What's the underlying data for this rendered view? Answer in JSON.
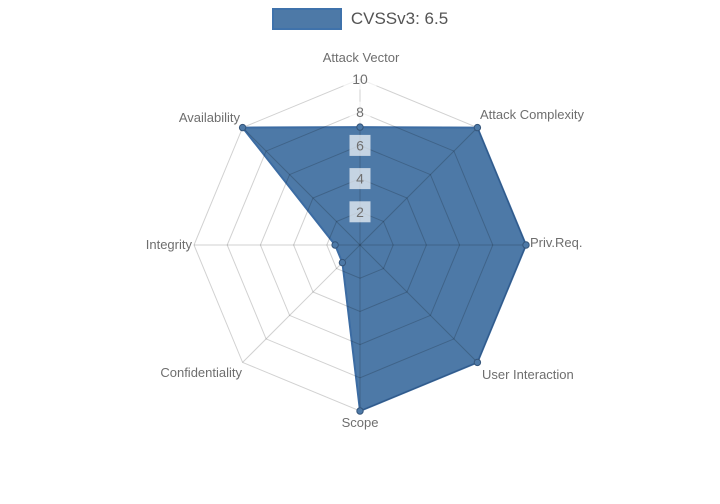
{
  "legend": {
    "label": "CVSSv3: 6.5",
    "position": "top"
  },
  "chart_data": {
    "type": "radar",
    "categories": [
      "Attack Vector",
      "Attack Complexity",
      "Priv.Req.",
      "User Interaction",
      "Scope",
      "Confidentiality",
      "Integrity",
      "Availability"
    ],
    "series": [
      {
        "name": "CVSSv3: 6.5",
        "values": [
          7.1,
          10,
          10,
          10,
          10,
          1.5,
          1.5,
          10
        ]
      }
    ],
    "scale": {
      "min": 0,
      "max": 10,
      "tick_step": 2,
      "tick_labels": [
        "2",
        "4",
        "6",
        "8",
        "10"
      ]
    },
    "grid": true,
    "legend_position": "top",
    "title": "",
    "colors": {
      "fill": "#4d79a7",
      "border": "#3c6ca3",
      "marker_fill": "#4d79a7",
      "marker_border": "#35557a",
      "grid_line": "rgba(0,0,0,0.18)",
      "tick_backdrop": "rgba(255,255,255,0.68)",
      "tick_text": "#6f6f6f",
      "axis_label_text": "#6e6e6e",
      "legend_text": "#545454"
    }
  }
}
